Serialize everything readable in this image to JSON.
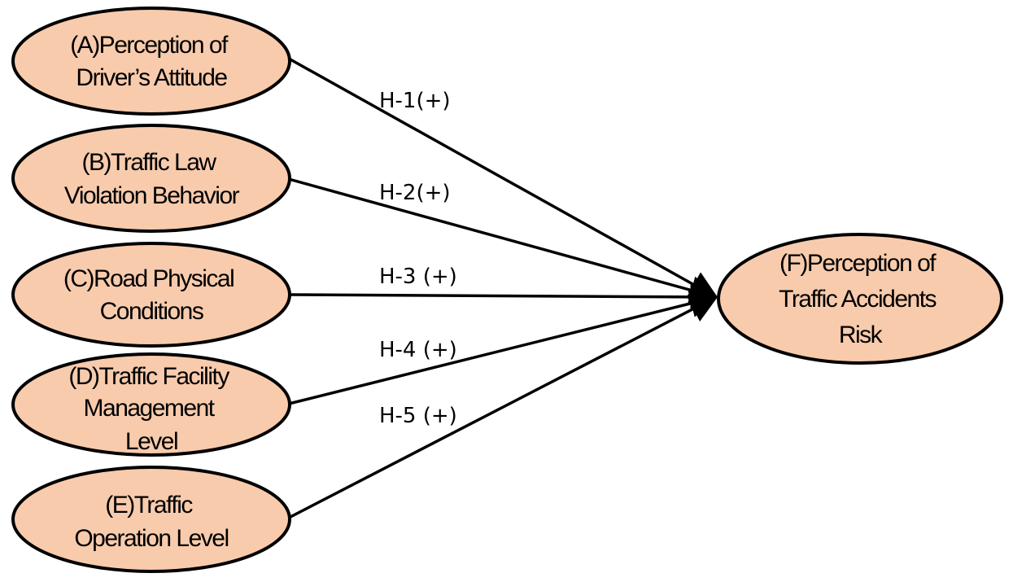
{
  "colors": {
    "node_fill": "#f8cbad",
    "node_stroke": "#000000",
    "edge": "#000000",
    "background": "#ffffff"
  },
  "nodes": {
    "a": {
      "lines": [
        "(A)Perception of",
        "Driver’s Attitude"
      ]
    },
    "b": {
      "lines": [
        "(B)Traffic Law",
        "Violation Behavior"
      ]
    },
    "c": {
      "lines": [
        "(C)Road Physical",
        "Conditions"
      ]
    },
    "d": {
      "lines": [
        "(D)Traffic Facility",
        "Management",
        "Level"
      ]
    },
    "e": {
      "lines": [
        "(E)Traffic",
        "Operation Level"
      ]
    },
    "f": {
      "lines": [
        "(F)Perception of",
        "Traffic Accidents",
        "Risk"
      ]
    }
  },
  "edges": [
    {
      "from": "a",
      "to": "f",
      "label": "H-1(+)"
    },
    {
      "from": "b",
      "to": "f",
      "label": "H-2(+)"
    },
    {
      "from": "c",
      "to": "f",
      "label": "H-3 (+)"
    },
    {
      "from": "d",
      "to": "f",
      "label": "H-4 (+)"
    },
    {
      "from": "e",
      "to": "f",
      "label": "H-5 (+)"
    }
  ]
}
